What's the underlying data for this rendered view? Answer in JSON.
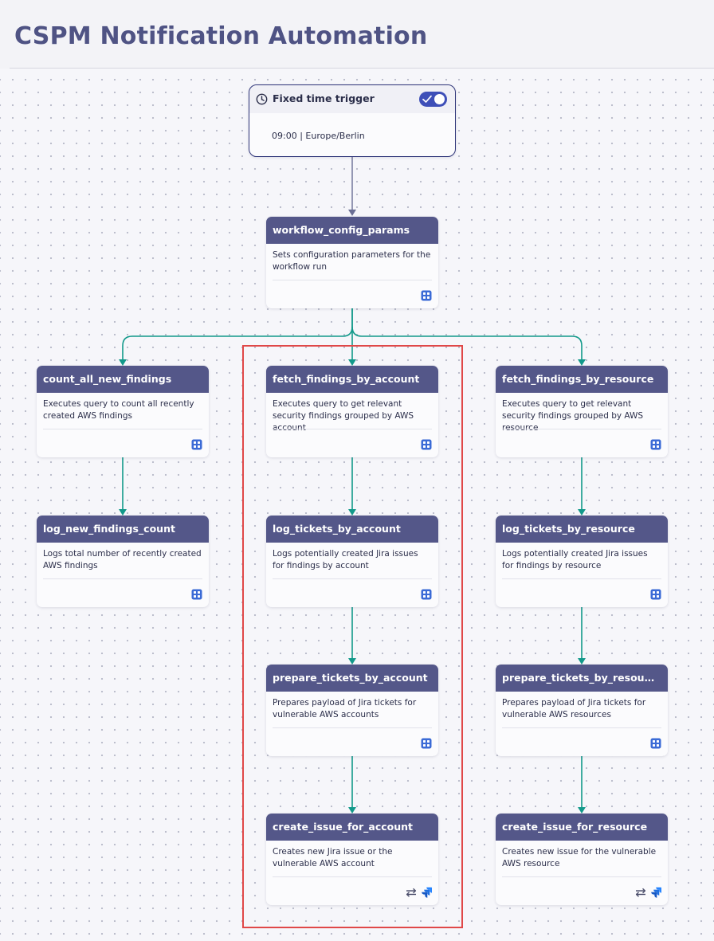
{
  "page": {
    "title": "CSPM Notification Automation"
  },
  "trigger": {
    "icon": "clock-icon",
    "title": "Fixed time trigger",
    "enabled": true,
    "time": "09:00 | Europe/Berlin"
  },
  "nodes": {
    "config": {
      "title": "workflow_config_params",
      "description": "Sets configuration parameters for the workflow run",
      "icon": "run-javascript-icon"
    },
    "count_findings": {
      "title": "count_all_new_findings",
      "description": "Executes query to count all recently created AWS findings",
      "icon": "execute-dql-query-icon"
    },
    "log_count": {
      "title": "log_new_findings_count",
      "description": "Logs total number of recently created AWS findings",
      "icon": "run-javascript-icon"
    },
    "fetch_account": {
      "title": "fetch_findings_by_account",
      "description": "Executes query to get relevant security findings grouped by AWS account",
      "icon": "execute-dql-query-icon"
    },
    "log_account": {
      "title": "log_tickets_by_account",
      "description": "Logs potentially created Jira issues for findings by account",
      "icon": "run-javascript-icon"
    },
    "prepare_account": {
      "title": "prepare_tickets_by_account",
      "description": "Prepares payload of Jira tickets for vulnerable AWS accounts",
      "icon": "run-javascript-icon"
    },
    "create_account": {
      "title": "create_issue_for_account",
      "description": "Creates new Jira issue or the vulnerable AWS account",
      "icon": "jira-icon",
      "loop_icon": "loop-icon"
    },
    "fetch_resource": {
      "title": "fetch_findings_by_resource",
      "description": "Executes query to get relevant security findings grouped by AWS resource",
      "icon": "execute-dql-query-icon"
    },
    "log_resource": {
      "title": "log_tickets_by_resource",
      "description": "Logs potentially created Jira issues for findings by resource",
      "icon": "run-javascript-icon"
    },
    "prepare_resource": {
      "title": "prepare_tickets_by_resou…",
      "description": "Prepares payload of Jira tickets for vulnerable AWS resources",
      "icon": "run-javascript-icon"
    },
    "create_resource": {
      "title": "create_issue_for_resource",
      "description": "Creates new issue for the vulnerable AWS resource",
      "icon": "jira-icon",
      "loop_icon": "loop-icon"
    }
  },
  "colors": {
    "title": "#4f5384",
    "node_header": "#545789",
    "trigger_border": "#2f3579",
    "connector_teal": "#12998a",
    "connector_trigger": "#6b6f95",
    "toggle": "#3e4fb8",
    "highlight": "#e04848",
    "jira_blue": "#2684ff"
  }
}
